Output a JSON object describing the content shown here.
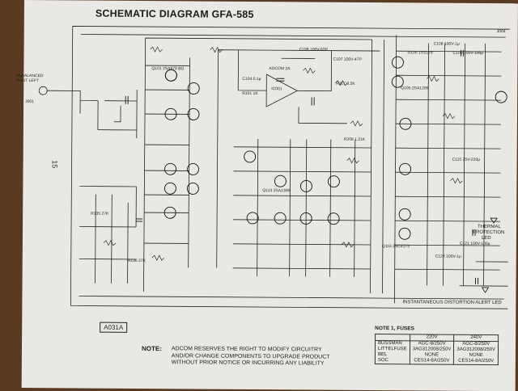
{
  "title": "SCHEMATIC DIAGRAM GFA-585",
  "page_number": "15",
  "ref_box": "A031A",
  "input": {
    "label1": "UNBALANCED",
    "label2": "INPUT LEFT",
    "jack": "J001"
  },
  "labels": {
    "ic": "IC001",
    "ic_part": "ADCOM 2A",
    "r_input": "R101 1K",
    "c_feedback": "C106 100V-82P",
    "c_out": "C107 100V-47P",
    "c_in": "C104 0.1μ",
    "q101": "Q101 2SA970 BG",
    "q_mid": "Q113 2SA1306",
    "r_bias": "R117 8.2K",
    "r_out": "R208 1.21K",
    "thermal_1": "THERMAL",
    "thermal_2": "PROTECTION",
    "thermal_3": "LED",
    "alert": "INSTANTANEOUS DISTORTION ALERT LED",
    "c_right": "C108 100V-1μ",
    "c_right2": "C109 100V-100μ",
    "j_right": "J004",
    "d_right": "D105 1SS178",
    "q_right": "Q105 2SA1209",
    "c_bottom": "C126 100V-1μ",
    "c_bot2": "C121 100V-100μ",
    "r_bottom": "R136 27K",
    "r_left": "R135 27K",
    "c_mid": "C115 25V-220μ",
    "q_lower": "Q116 2SC4173"
  },
  "note": {
    "label": "NOTE:",
    "lines": [
      "ADCOM RESERVES THE RIGHT TO MODIFY CIRCUITRY",
      "AND/OR CHANGE COMPONENTS TO UPGRADE PRODUCT",
      "WITHOUT PRIOR NOTICE OR INCURRING ANY LIABILITY"
    ]
  },
  "fuses": {
    "title": "NOTE 1, FUSES",
    "columns": [
      "220V",
      "240V"
    ],
    "rows": [
      {
        "brand": "BUSSMAN",
        "v220": "AGC-8/250V",
        "v240": "AGC-8/250V"
      },
      {
        "brand": "LITTELFUSE",
        "v220": "3AG312008/250V",
        "v240": "3AG312008/250V"
      },
      {
        "brand": "BEL",
        "v220": "NONE",
        "v240": "NONE"
      },
      {
        "brand": "SOC",
        "v220": "CES14-8A/250V",
        "v240": "CES14-8A/250V"
      }
    ]
  }
}
